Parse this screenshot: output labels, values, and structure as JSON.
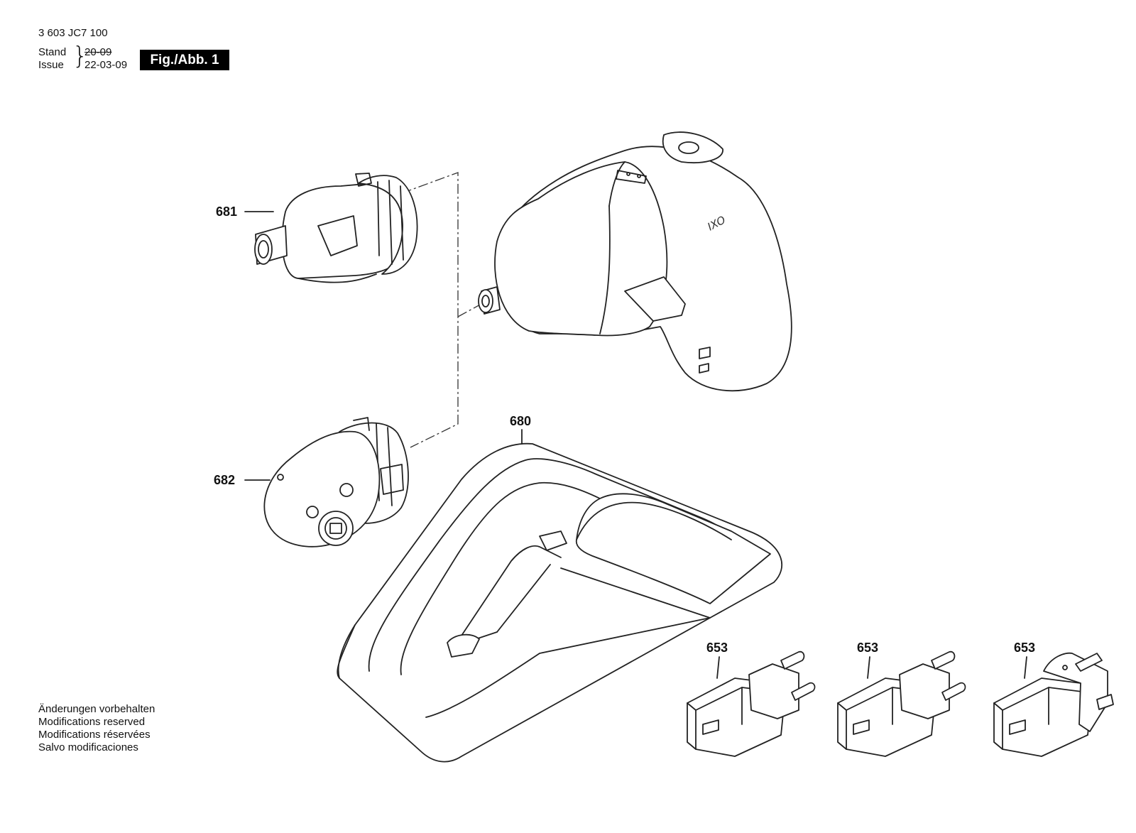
{
  "header": {
    "document_number": "3 603 JC7 100",
    "stand_label": "Stand",
    "issue_label": "Issue",
    "old_date": "20-09",
    "issue_date": "22-03-09",
    "figure_label": "Fig./Abb. 1"
  },
  "parts": {
    "p681": "681",
    "p682": "682",
    "p680": "680",
    "p653a": "653",
    "p653b": "653",
    "p653c": "653"
  },
  "tool_marking": "IXO",
  "notes": [
    "Änderungen vorbehalten",
    "Modifications reserved",
    "Modifications réservées",
    "Salvo modificaciones"
  ]
}
